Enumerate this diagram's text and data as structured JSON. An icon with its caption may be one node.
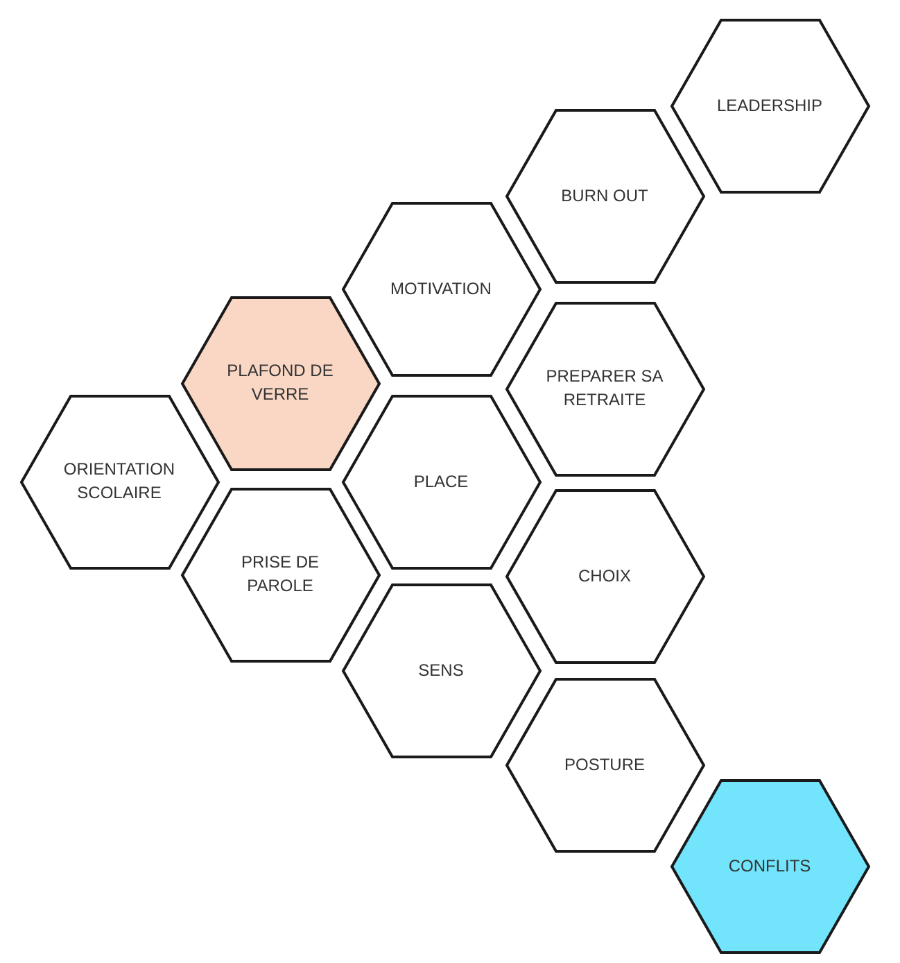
{
  "diagram": {
    "nodes": [
      {
        "text": [
          "LEADERSHIP"
        ]
      },
      {
        "text": [
          "BURN OUT"
        ]
      },
      {
        "text": [
          "MOTIVATION"
        ]
      },
      {
        "text": [
          "PLAFOND DE VERRE"
        ]
      },
      {
        "text": [
          "PREPARER SA RETRAITE"
        ]
      },
      {
        "text": [
          "ORIENTATION SCOLAIRE"
        ]
      },
      {
        "text": [
          "PLACE"
        ]
      },
      {
        "text": [
          "PRISE DE PAROLE"
        ]
      },
      {
        "text": [
          "CHOIX"
        ]
      },
      {
        "text": [
          "SENS"
        ]
      },
      {
        "text": [
          "POSTURE"
        ]
      },
      {
        "text": [
          "CONFLITS"
        ]
      }
    ]
  }
}
